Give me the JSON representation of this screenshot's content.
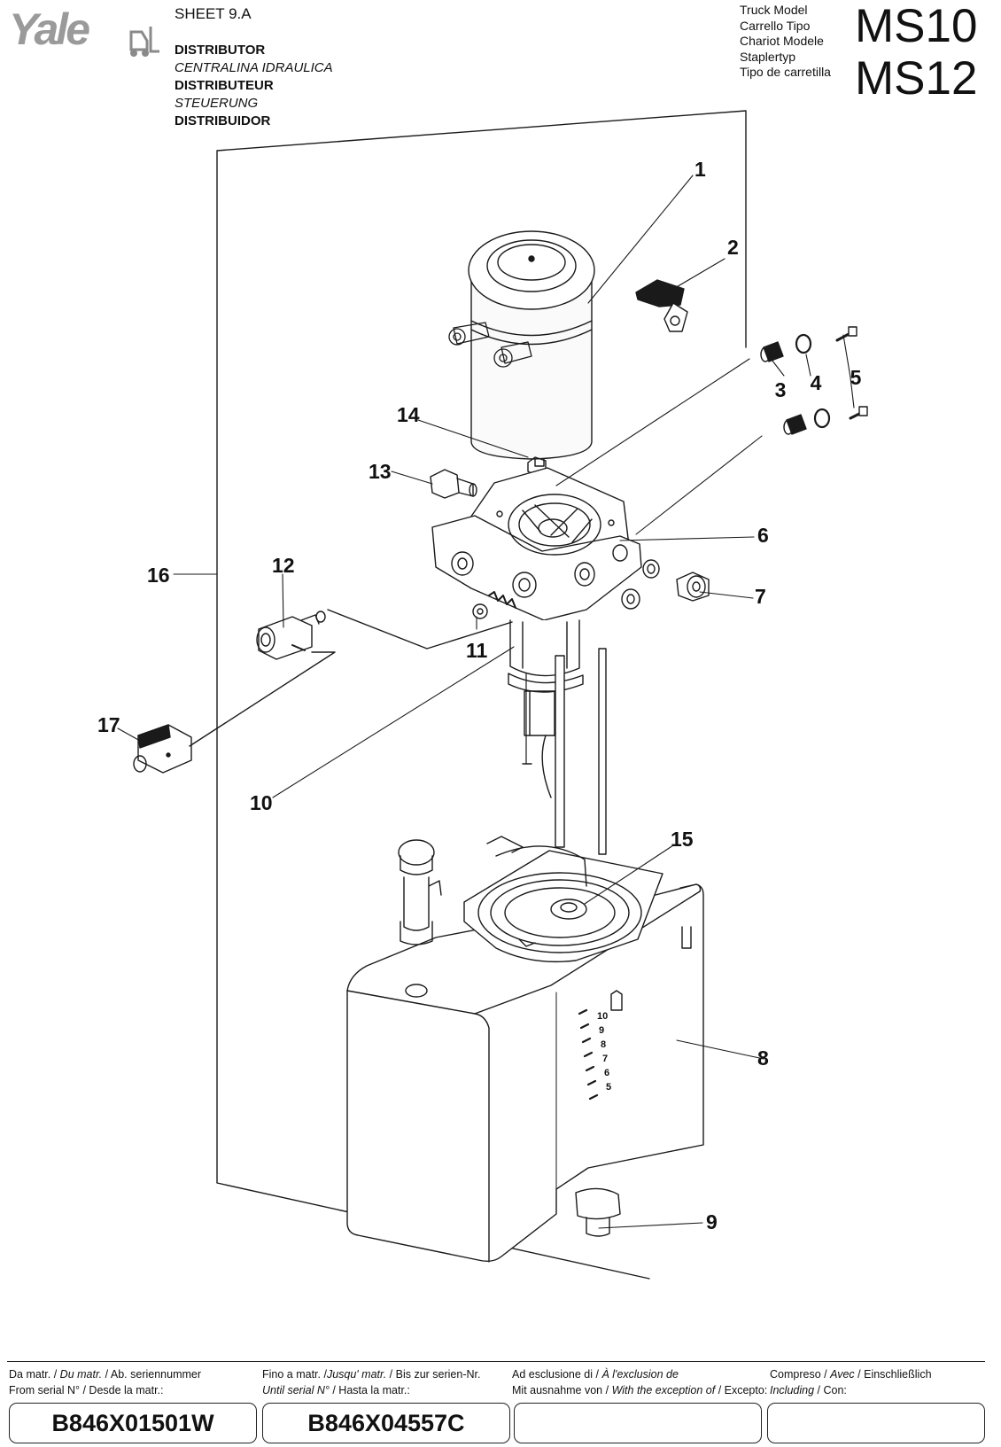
{
  "header": {
    "sheet": "SHEET 9.A",
    "titles": [
      "DISTRIBUTOR",
      "CENTRALINA IDRAULICA",
      "DISTRIBUTEUR",
      "STEUERUNG",
      "DISTRIBUIDOR"
    ],
    "model_labels": [
      "Truck Model",
      "Carrello Tipo",
      "Chariot Modele",
      "Staplertyp",
      "Tipo de carretilla"
    ],
    "models": [
      "MS10",
      "MS12"
    ]
  },
  "logo": {
    "text": "Yale"
  },
  "callouts": [
    "1",
    "2",
    "3",
    "4",
    "5",
    "6",
    "7",
    "8",
    "9",
    "10",
    "11",
    "12",
    "13",
    "14",
    "15",
    "16",
    "17"
  ],
  "tank_scale": [
    "10",
    "9",
    "8",
    "7",
    "6",
    "5"
  ],
  "footer": {
    "from_label": {
      "it": "Da matr. /",
      "fr": "Du matr.",
      "de": "/ Ab. seriennummer",
      "en": "From serial N° / Desde la matr.:"
    },
    "until_label": {
      "it": "Fino a matr. /",
      "fr": "Jusqu' matr.",
      "de": "/ Bis zur serien-Nr.",
      "en": "Until serial N°",
      "es": "/ Hasta la matr.:"
    },
    "except_label": {
      "it": "Ad esclusione di /",
      "fr": "À l'exclusion de",
      "de": "Mit ausnahme von /",
      "en": "With the exception of",
      "es": "/ Excepto:"
    },
    "including_label": {
      "it": "Compreso /",
      "fr": "Avec",
      "de": "/ Einschließlich",
      "en": "Including",
      "es": "/ Con:"
    },
    "from_serial": "B846X01501W",
    "until_serial": "B846X04557C",
    "exception": "",
    "including": ""
  }
}
